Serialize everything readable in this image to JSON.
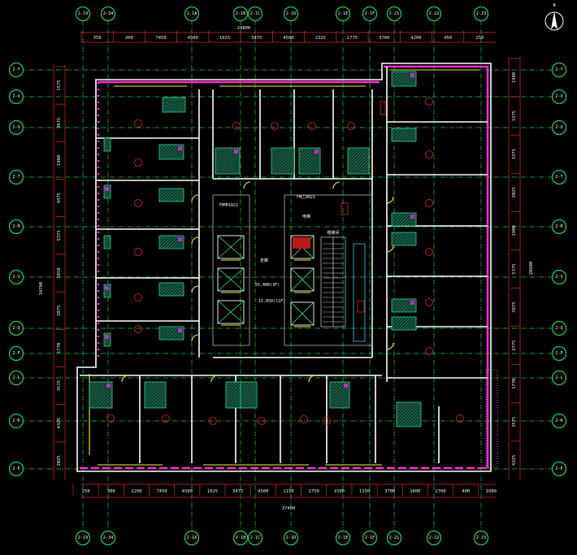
{
  "north": {
    "label": "N"
  },
  "axes_x": [
    {
      "id": "x1",
      "tag": "2-19"
    },
    {
      "id": "x2",
      "tag": "2-34"
    },
    {
      "id": "x3",
      "tag": "2-1A"
    },
    {
      "id": "x4",
      "tag": "2-1B"
    },
    {
      "id": "x5",
      "tag": "2-1C"
    },
    {
      "id": "x6",
      "tag": "2-1D"
    },
    {
      "id": "x7",
      "tag": "2-1E"
    },
    {
      "id": "x8",
      "tag": "2-1F"
    },
    {
      "id": "x9",
      "tag": "2-21"
    },
    {
      "id": "x10",
      "tag": "2-22"
    },
    {
      "id": "x11",
      "tag": "2-23"
    }
  ],
  "axes_y": [
    {
      "id": "y1",
      "tag": "2-Y"
    },
    {
      "id": "y2",
      "tag": "2-V"
    },
    {
      "id": "y3",
      "tag": "2-U"
    },
    {
      "id": "y4",
      "tag": "2-T"
    },
    {
      "id": "y5",
      "tag": "2-R"
    },
    {
      "id": "y6",
      "tag": "2-S"
    },
    {
      "id": "y7",
      "tag": "2-Q"
    },
    {
      "id": "y8",
      "tag": "2-P"
    },
    {
      "id": "y9",
      "tag": "2-L"
    },
    {
      "id": "y10",
      "tag": "2-K"
    },
    {
      "id": "y11",
      "tag": "2-E"
    }
  ],
  "dims_top": {
    "overall": "24800",
    "segments": [
      "350",
      "200",
      "7450",
      "4500",
      "1025",
      "3475",
      "4500",
      "2325",
      "2775",
      "3700",
      "4200",
      "450",
      "250"
    ]
  },
  "dims_bottom": {
    "overall": "37400",
    "segments": [
      "250",
      "300",
      "2200",
      "7450",
      "4500",
      "1025",
      "3475",
      "4500",
      "1150",
      "1750",
      "1500",
      "1150",
      "3700",
      "1600",
      "2700",
      "400",
      "1000"
    ]
  },
  "dims_left": {
    "overall": "34700",
    "segments": [
      "1575",
      "3675",
      "1900",
      "4475",
      "5375",
      "1850",
      "2875",
      "1770",
      "3575",
      "4325",
      "2025"
    ]
  },
  "dims_right": {
    "overall": "28600",
    "segments": [
      "1900",
      "3375",
      "3375",
      "2025",
      "1900",
      "5375",
      "3875",
      "2775",
      "1770",
      "3575",
      "4325"
    ]
  },
  "elevations": [
    "55.400(3F)",
    "15.850(11F)"
  ],
  "labels": {
    "fm1": "FM甲1021",
    "fm2": "FM乙0921",
    "lift": "电梯",
    "stair": "楼梯间",
    "corridor": "走廊"
  }
}
